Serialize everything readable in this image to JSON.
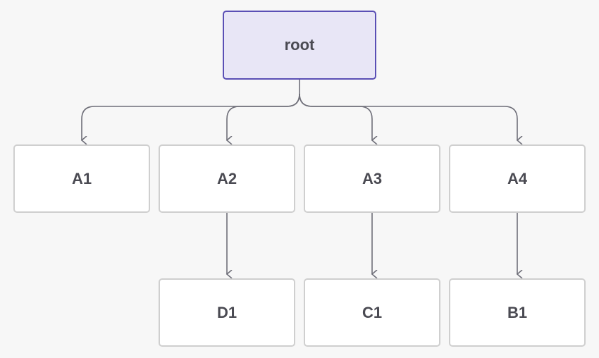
{
  "nodes": {
    "root": "root",
    "a1": "A1",
    "a2": "A2",
    "a3": "A3",
    "a4": "A4",
    "d1": "D1",
    "c1": "C1",
    "b1": "B1"
  },
  "edges": [
    {
      "from": "root",
      "to": "A1"
    },
    {
      "from": "root",
      "to": "A2"
    },
    {
      "from": "root",
      "to": "A3"
    },
    {
      "from": "root",
      "to": "A4"
    },
    {
      "from": "A2",
      "to": "D1"
    },
    {
      "from": "A3",
      "to": "C1"
    },
    {
      "from": "A4",
      "to": "B1"
    }
  ],
  "colors": {
    "root_fill": "#e8e6f6",
    "root_border": "#5a4fb5",
    "node_border": "#cfcfcf",
    "edge": "#6e6e78",
    "background": "#f7f7f7"
  }
}
